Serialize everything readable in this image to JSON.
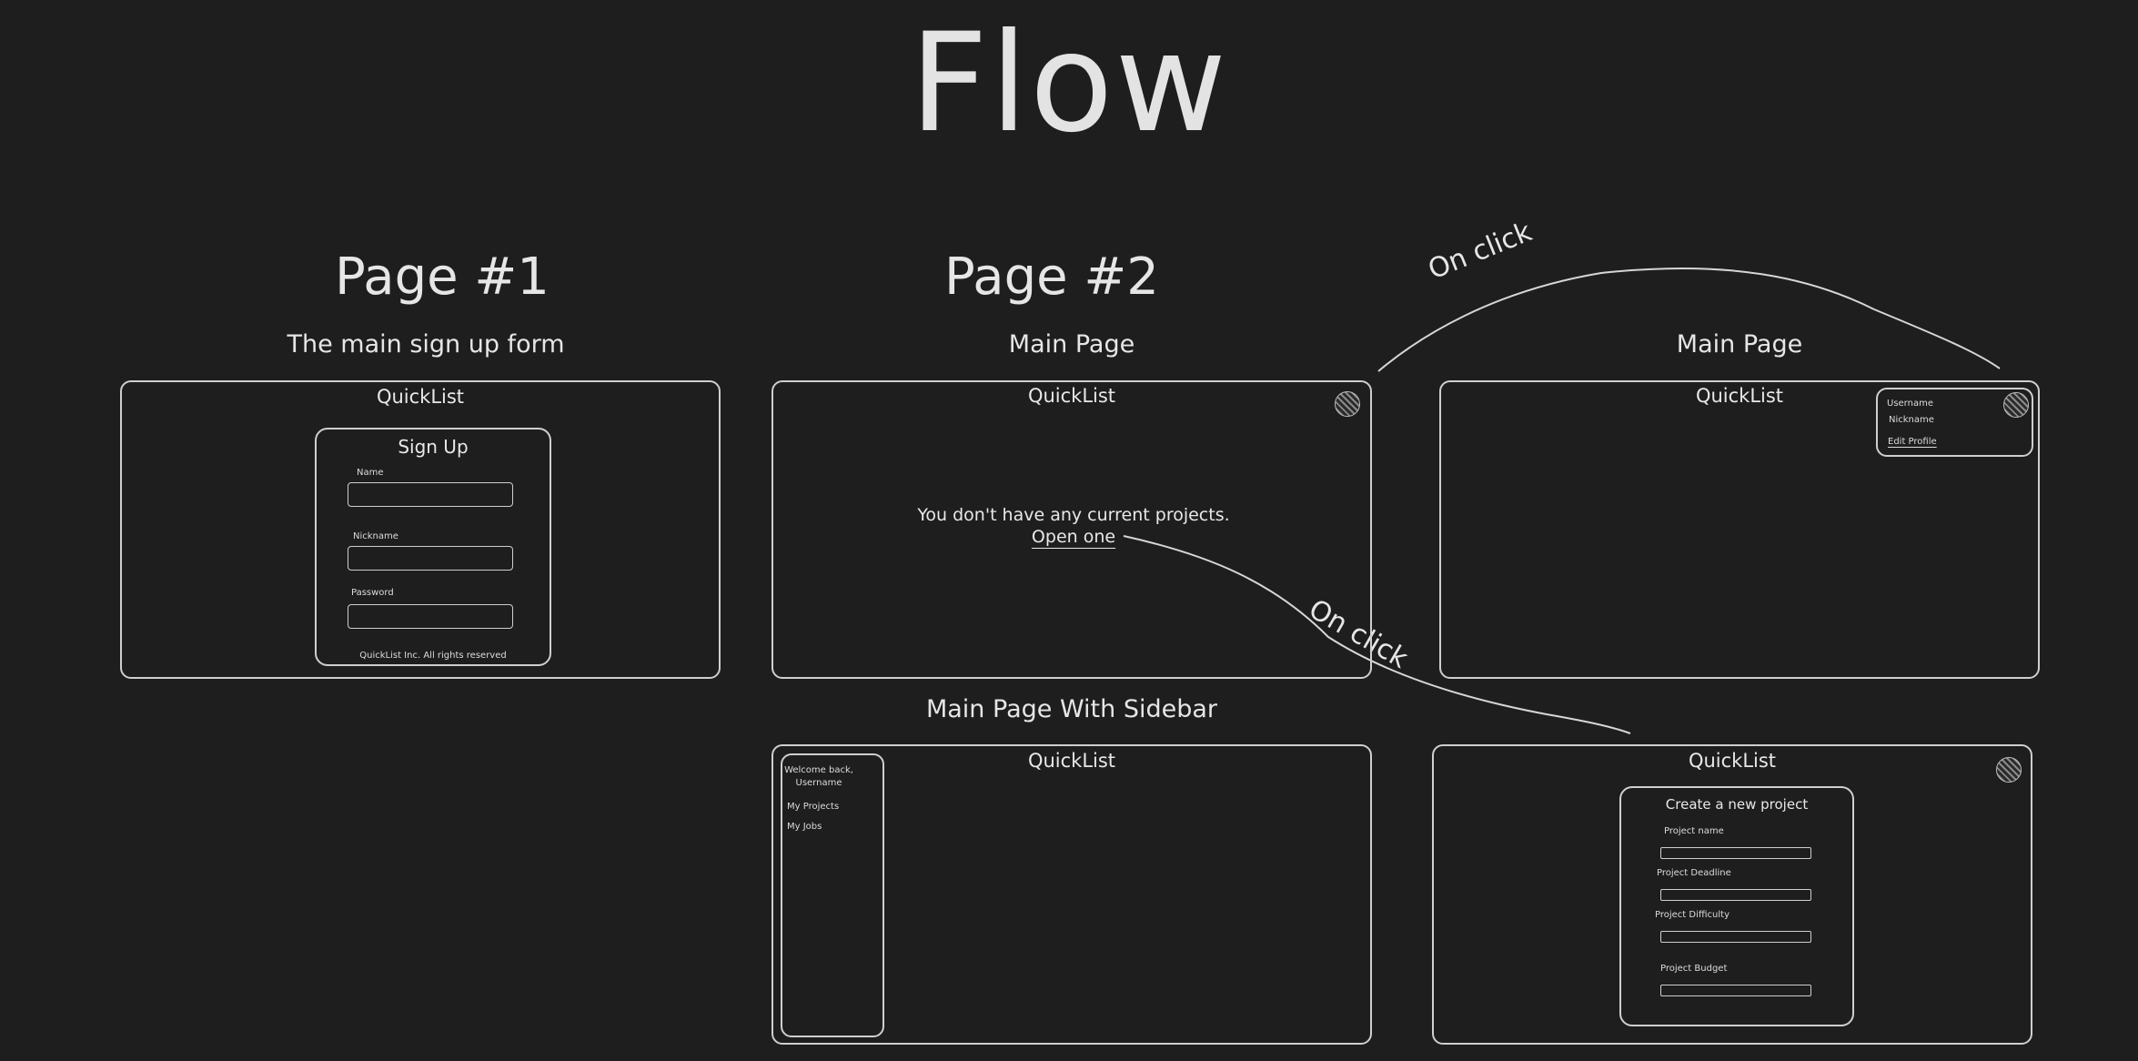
{
  "title": "Flow",
  "sections": {
    "page1_heading": "Page #1",
    "page2_heading": "Page #2"
  },
  "page1": {
    "caption": "The main sign up form",
    "brand": "QuickList",
    "form_title": "Sign Up",
    "fields": [
      {
        "label": "Name"
      },
      {
        "label": "Nickname"
      },
      {
        "label": "Password"
      }
    ],
    "footer": "QuickList Inc. All rights reserved"
  },
  "main_page": {
    "caption": "Main Page",
    "brand": "QuickList",
    "empty_message": "You don't have any current projects.",
    "open_link": "Open one"
  },
  "main_page_menu": {
    "caption": "Main Page",
    "brand": "QuickList",
    "menu": {
      "username": "Username",
      "nickname": "Nickname",
      "edit_profile": "Edit Profile"
    }
  },
  "sidebar_page": {
    "caption": "Main Page With Sidebar",
    "brand": "QuickList",
    "sidebar": {
      "welcome": "Welcome back, Username",
      "items": [
        "My Projects",
        "My Jobs"
      ]
    }
  },
  "new_project_page": {
    "brand": "QuickList",
    "form_title": "Create a new project",
    "fields": [
      {
        "label": "Project name"
      },
      {
        "label": "Project Deadline"
      },
      {
        "label": "Project Difficulty"
      },
      {
        "label": "Project Budget"
      }
    ]
  },
  "annotations": {
    "on_click_top": "On click",
    "on_click_middle": "On click"
  },
  "colors": {
    "background": "#1e1e1e",
    "stroke": "#cfcfcf",
    "text": "#e6e6e6"
  }
}
